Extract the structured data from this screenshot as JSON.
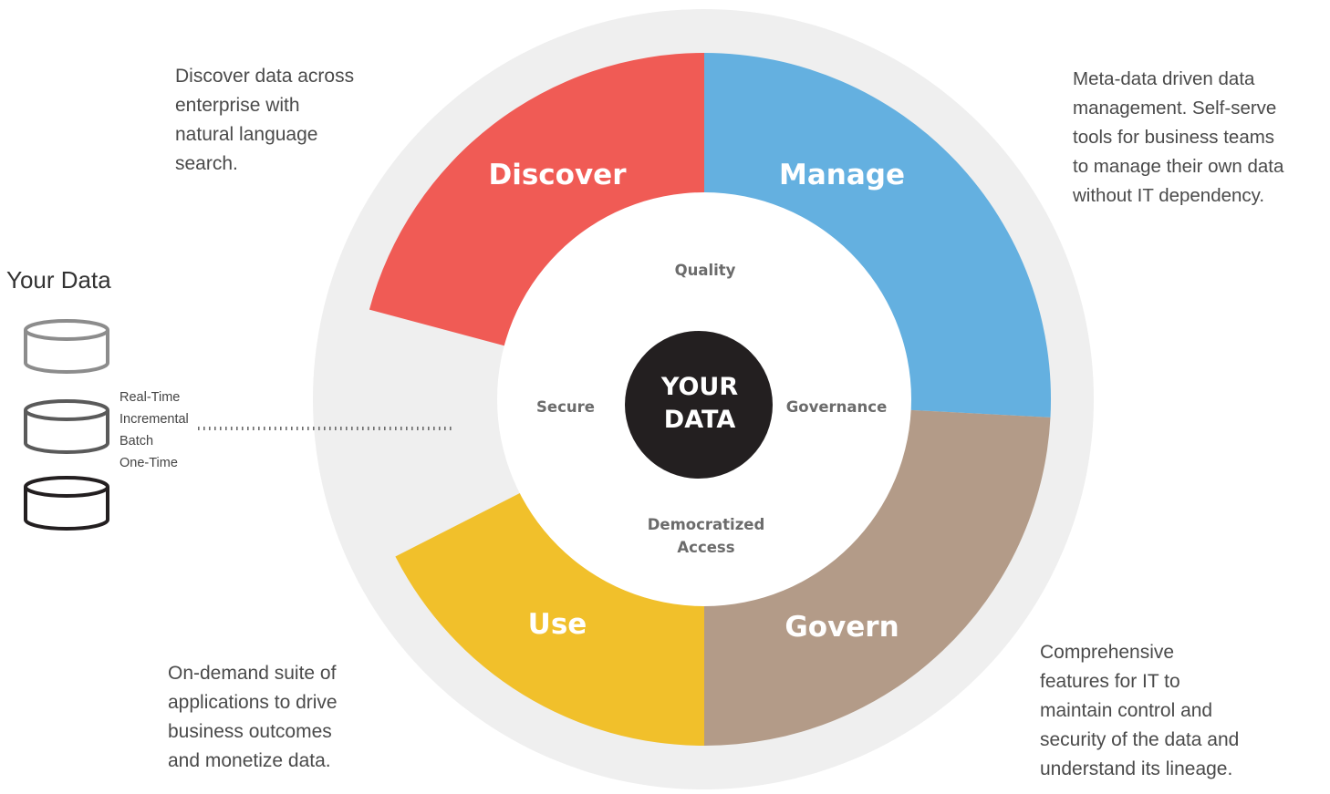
{
  "segments": [
    {
      "id": "discover",
      "label": "Discover",
      "color": "#f05b55"
    },
    {
      "id": "manage",
      "label": "Manage",
      "color": "#64b0e0"
    },
    {
      "id": "govern",
      "label": "Govern",
      "color": "#b39b88"
    },
    {
      "id": "use",
      "label": "Use",
      "color": "#f1c02b"
    }
  ],
  "inner_labels": {
    "quality": "Quality",
    "governance": "Governance",
    "secure": "Secure",
    "access_line1": "Democratized",
    "access_line2": "Access"
  },
  "center": {
    "line1": "YOUR",
    "line2": "DATA",
    "color": "#231f20"
  },
  "descriptions": {
    "discover": [
      "Discover data across",
      "enterprise with",
      "natural language",
      "search."
    ],
    "manage": [
      "Meta-data driven data",
      "management. Self-serve",
      "tools for business teams",
      "to manage their own data",
      "without IT dependency."
    ],
    "use": [
      "On-demand suite of",
      "applications to drive",
      "business outcomes",
      "and monetize data."
    ],
    "govern": [
      "Comprehensive",
      "features for IT to",
      "maintain control and",
      "security of the data and",
      "understand its lineage."
    ]
  },
  "your_data": {
    "title": "Your Data",
    "modes": [
      "Real-Time",
      "Incremental",
      "Batch",
      "One-Time"
    ],
    "database_icons": [
      "database-icon",
      "database-icon",
      "database-icon"
    ]
  },
  "colors": {
    "outer_ring": "#efefef",
    "cylinder_1": "#8c8c8c",
    "cylinder_2": "#5a5a5a",
    "cylinder_3": "#231f20"
  }
}
